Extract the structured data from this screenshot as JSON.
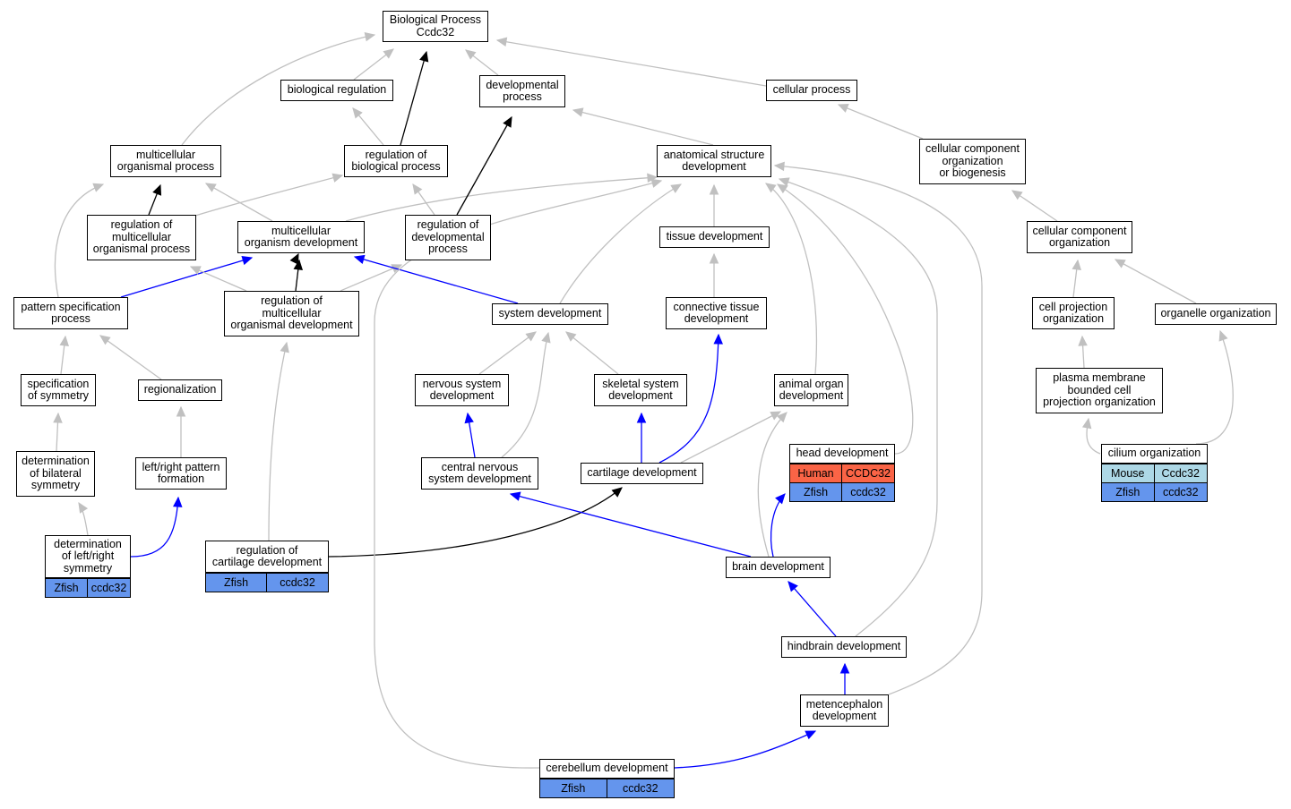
{
  "colors": {
    "edge_gray": "#c0c0c0",
    "edge_black": "#000000",
    "edge_blue": "#0000ff",
    "human": "#fa6446",
    "zfish": "#6495ed",
    "mouse": "#add8e6"
  },
  "nodes": {
    "bp": "Biological Process\nCcdc32",
    "bioreg": "biological regulation",
    "devproc": "developmental\nprocess",
    "cellproc": "cellular process",
    "mcop": "multicellular\norganismal process",
    "regbio": "regulation of\nbiological process",
    "asd": "anatomical structure\ndevelopment",
    "ccob": "cellular component\norganization\nor biogenesis",
    "regmop": "regulation of\nmulticellular\norganismal process",
    "mcod": "multicellular\norganism development",
    "regdev": "regulation of\ndevelopmental\nprocess",
    "tissue": "tissue development",
    "cco": "cellular component\norganization",
    "pattern": "pattern specification\nprocess",
    "regmod": "regulation of\nmulticellular\norganismal development",
    "sysdev": "system development",
    "conn": "connective tissue\ndevelopment",
    "cellproj": "cell projection\norganization",
    "organelle": "organelle organization",
    "specsym": "specification\nof symmetry",
    "regionalization": "regionalization",
    "nsd": "nervous system\ndevelopment",
    "skeletal": "skeletal system\ndevelopment",
    "organ": "animal organ\ndevelopment",
    "pmbcp": "plasma membrane\nbounded cell\nprojection organization",
    "head": "head development",
    "cilium": "cilium organization",
    "detbil": "determination\nof bilateral\nsymmetry",
    "lr": "left/right pattern\nformation",
    "cns": "central nervous\nsystem development",
    "cartilage": "cartilage development",
    "detlr": "determination\nof left/right\nsymmetry",
    "regcart": "regulation of\ncartilage development",
    "brain": "brain development",
    "hind": "hindbrain development",
    "meten": "metencephalon\ndevelopment",
    "cereb": "cerebellum development"
  },
  "annotations": {
    "head": [
      [
        "Human",
        "CCDC32",
        "human"
      ],
      [
        "Zfish",
        "ccdc32",
        "zfish"
      ]
    ],
    "cilium": [
      [
        "Mouse",
        "Ccdc32",
        "mouse"
      ],
      [
        "Zfish",
        "ccdc32",
        "zfish"
      ]
    ],
    "detlr": [
      [
        "Zfish",
        "ccdc32",
        "zfish"
      ]
    ],
    "regcart": [
      [
        "Zfish",
        "ccdc32",
        "zfish"
      ]
    ],
    "cereb": [
      [
        "Zfish",
        "ccdc32",
        "zfish"
      ]
    ]
  }
}
